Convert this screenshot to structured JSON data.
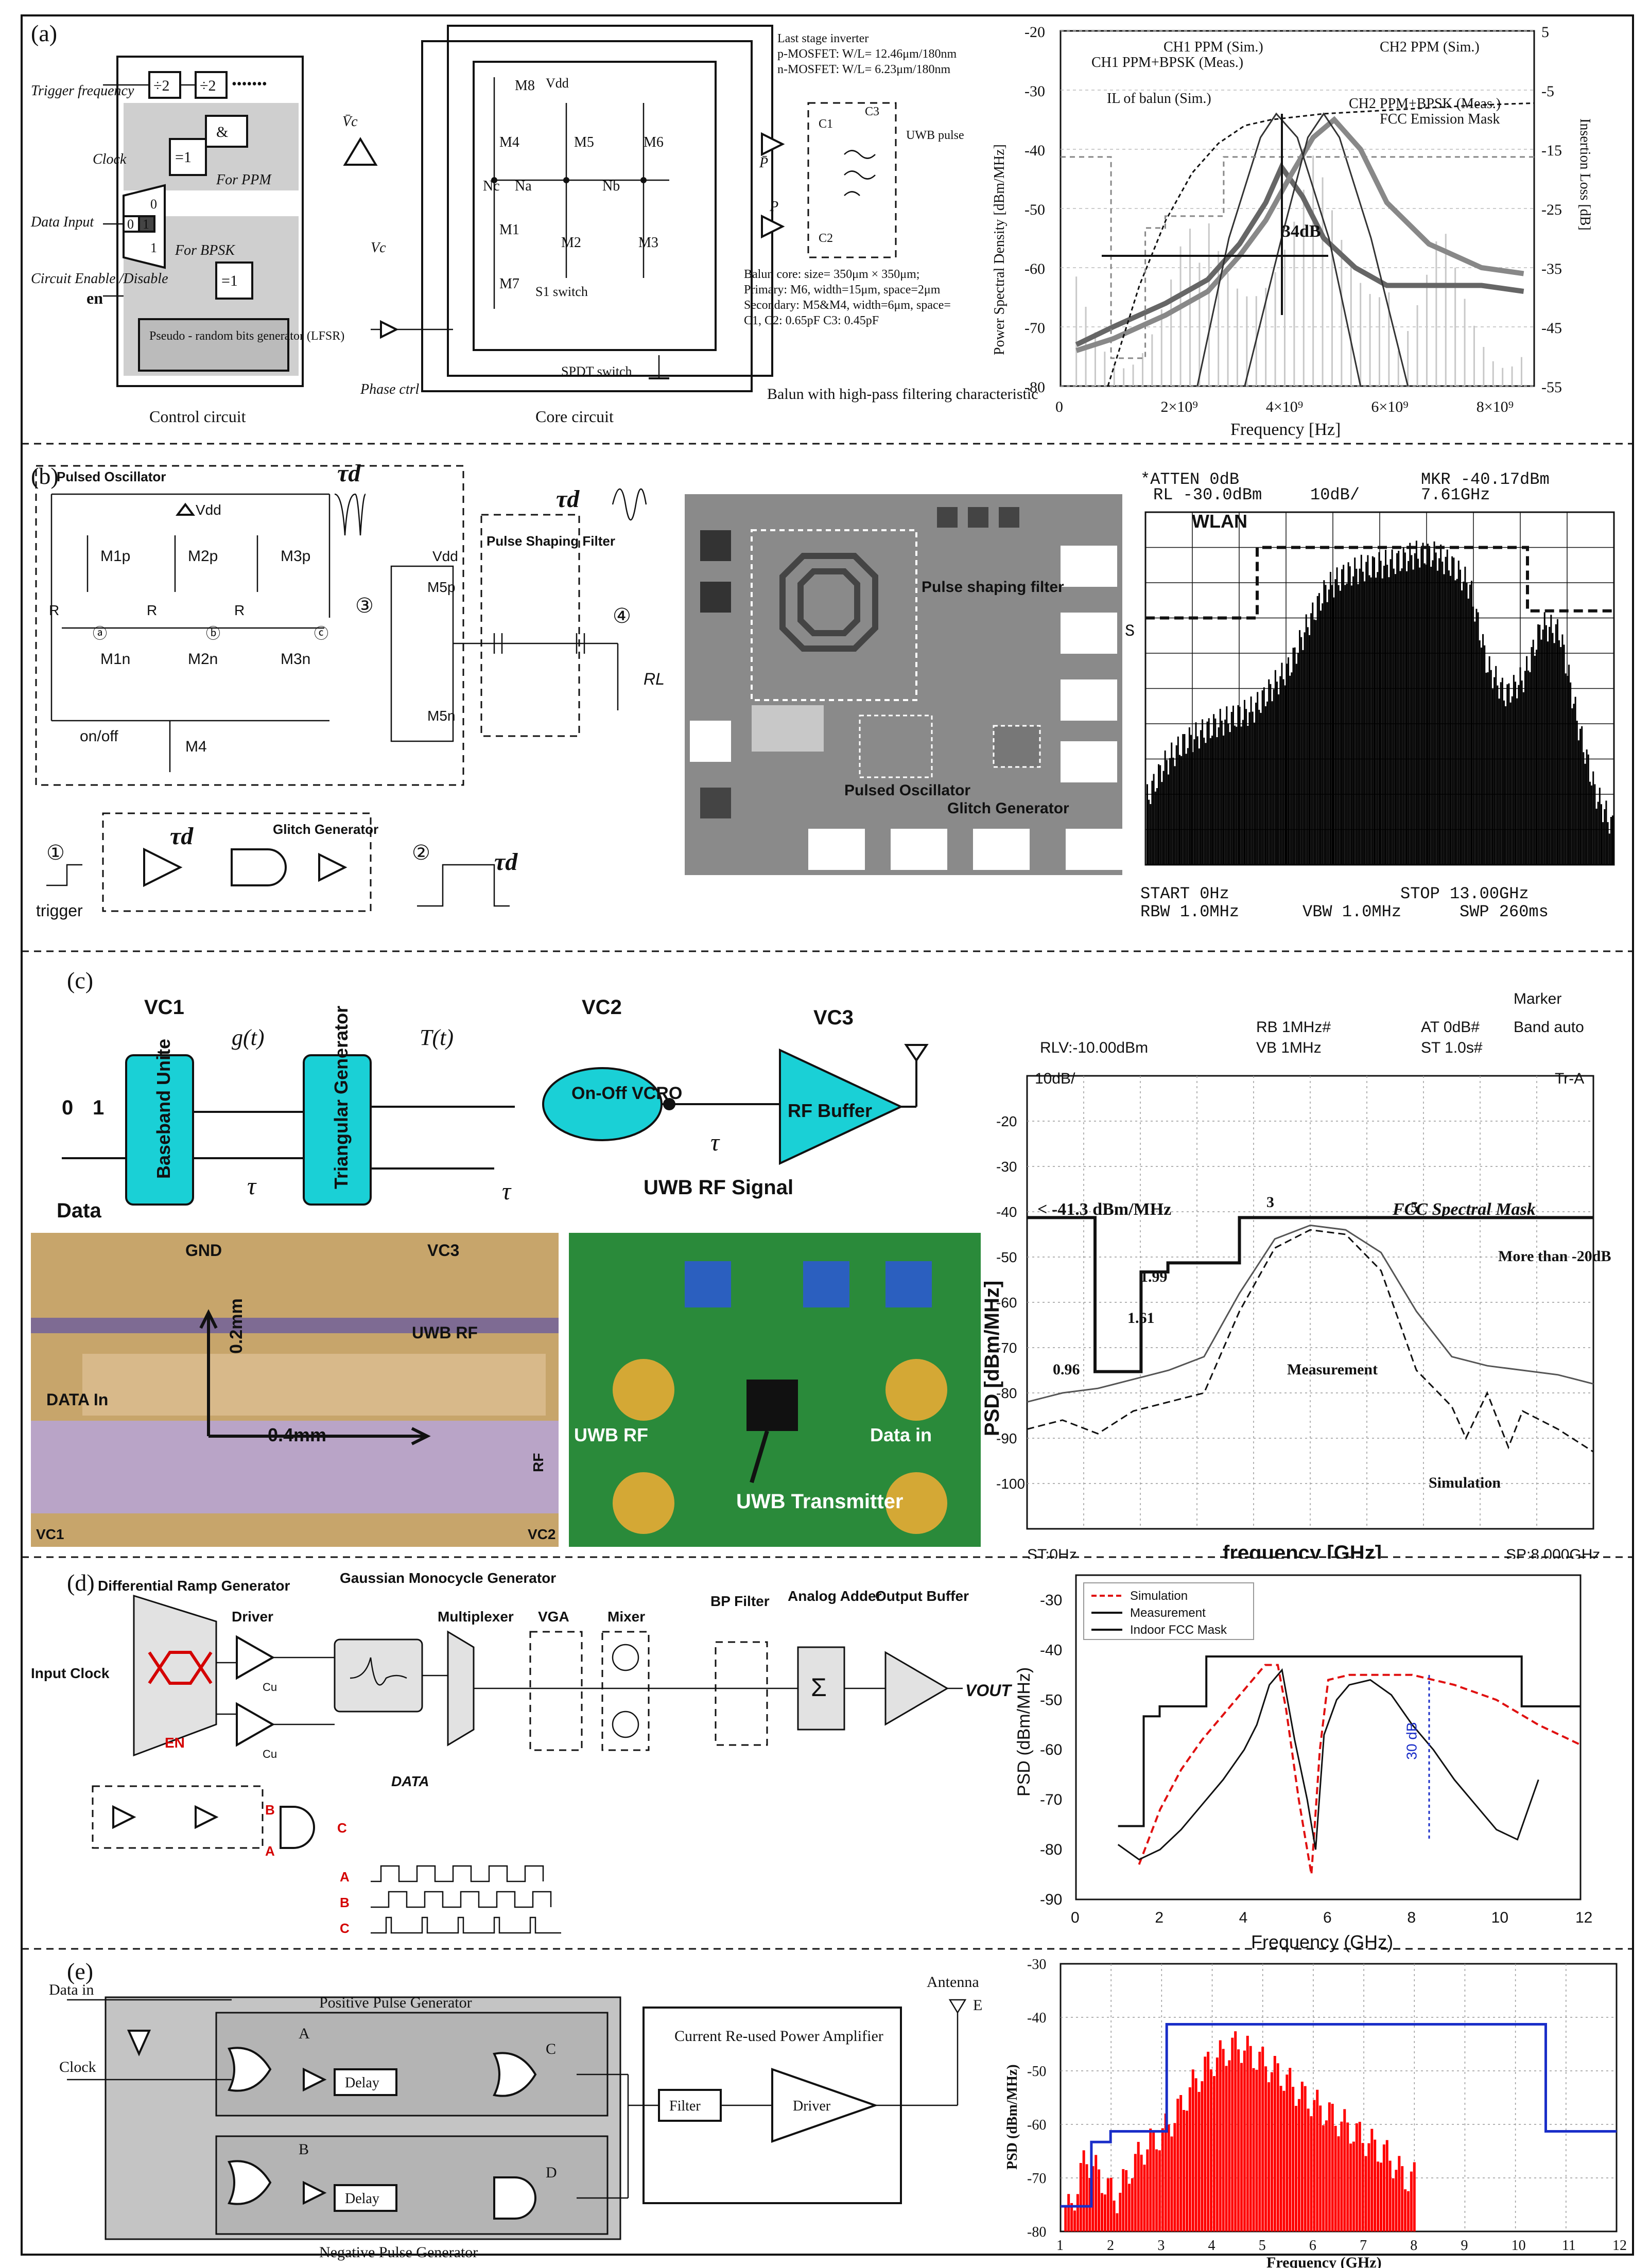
{
  "panels": {
    "a": {
      "label": "(a)",
      "control": {
        "title": "Control circuit",
        "trigger": "Trigger frequency",
        "clock": "Clock",
        "data_input": "Data Input",
        "circuit_enable": "Circuit Enable /Disable",
        "en": "en",
        "div2a": "÷2",
        "div2b": "÷2",
        "dots": "•••••••",
        "and": "&",
        "xor1": "=1",
        "xor2": "=1",
        "for_ppm": "For PPM",
        "for_bpsk": "For BPSK",
        "mux0": "0",
        "mux1": "1",
        "in0": "0",
        "in1": "1",
        "lfsr": "Pseudo - random bits generator (LFSR)"
      },
      "core": {
        "title": "Core circuit",
        "vdd": "Vdd",
        "m8": "M8",
        "m4": "M4",
        "m1": "M1",
        "m7": "M7",
        "m5": "M5",
        "m2": "M2",
        "m6": "M6",
        "m3": "M3",
        "nc": "Nc",
        "na": "Na",
        "nb": "Nb",
        "s1": "S1 switch",
        "vc": "Vc",
        "vc_bar": "V̄c",
        "phase": "Phase ctrl",
        "spdt": "SPDT switch"
      },
      "balun": {
        "last_stage": "Last stage inverter",
        "pmos": "p-MOSFET: W/L= 12.46μm/180nm",
        "nmos": "n-MOSFET: W/L= 6.23μm/180nm",
        "pbar": "P̄",
        "p": "P",
        "c1": "C1",
        "c2": "C2",
        "c3": "C3",
        "uwb": "UWB pulse",
        "core_size": "Balun core: size= 350μm × 350μm;",
        "primary": "Primary: M6, width=15μm, space=2μm",
        "secondary": "Secondary: M5&M4, width=6μm, space=",
        "caps": "C1, C2: 0.65pF     C3: 0.45pF",
        "caption": "Balun with high-pass filtering characteristic"
      }
    },
    "b": {
      "label": "(b)",
      "pulsed_osc": "Pulsed Oscillator",
      "tau": "τd",
      "vdd1": "Vdd",
      "vdd2": "Vdd",
      "m1p": "M1p",
      "m2p": "M2p",
      "m3p": "M3p",
      "m1n": "M1n",
      "m2n": "M2n",
      "m3n": "M3n",
      "m4": "M4",
      "m5p": "M5p",
      "m5n": "M5n",
      "r": "R",
      "na": "ⓐ",
      "nb": "ⓑ",
      "nc": "ⓒ",
      "n3": "③",
      "n4": "④",
      "n1": "①",
      "n2": "②",
      "rl": "RL",
      "onoff": "on/off",
      "pulse_filter": "Pulse Shaping Filter",
      "glitch": "Glitch Generator",
      "trigger": "trigger",
      "photo_filter": "Pulse shaping filter",
      "photo_osc": "Pulsed Oscillator",
      "photo_glitch": "Glitch Generator"
    },
    "c": {
      "label": "(c)",
      "vc1": "VC1",
      "vc2": "VC2",
      "vc3": "VC3",
      "baseband": "Baseband Unite",
      "triangular": "Triangular Generator",
      "vcro": "On-Off VCRO",
      "rfbuffer": "RF Buffer",
      "gt": "g(t)",
      "tt": "T(t)",
      "data": "Data",
      "tau": "τ",
      "uwb_signal": "UWB RF Signal",
      "bit0": "0",
      "bit1": "1",
      "die_gnd": "GND",
      "die_vc3": "VC3",
      "die_uwb": "UWB RF",
      "die_data": "DATA In",
      "die_02": "0.2mm",
      "die_04": "0.4mm",
      "die_vc1": "VC1",
      "die_vc2": "VC2",
      "die_rf": "RF",
      "pcb_uwb": "UWB RF",
      "pcb_data": "Data in",
      "pcb_tx": "UWB Transmitter"
    },
    "d": {
      "label": "(d)",
      "ramp": "Differential Ramp Generator",
      "driver": "Driver",
      "gauss": "Gaussian Monocycle Generator",
      "mux": "Multiplexer",
      "vga": "VGA",
      "mixer": "Mixer",
      "bp": "BP Filter",
      "adder": "Analog Adder",
      "outbuf": "Output Buffer",
      "input_clock": "Input Clock",
      "en": "EN",
      "data": "DATA",
      "vout": "VOUT",
      "cu": "Cu",
      "a": "A",
      "b": "B",
      "c": "C"
    },
    "e": {
      "label": "(e)",
      "data_in": "Data in",
      "clock": "Clock",
      "pos": "Positive Pulse Generator",
      "neg": "Negative Pulse Generator",
      "delay1": "Delay",
      "delay2": "Delay",
      "a": "A",
      "b": "B",
      "c": "C",
      "d": "D",
      "e": "E",
      "antenna": "Antenna",
      "pa": "Current Re-used Power Amplifier",
      "filter": "Filter",
      "driver": "Driver"
    }
  },
  "chart_data": [
    {
      "panel": "a",
      "type": "line",
      "ylabel": "Power Spectral Density [dBm/MHz]",
      "y2label": "Insertion Loss [dB]",
      "xlabel": "Frequency [Hz]",
      "xticks": [
        "0",
        "2×10⁹",
        "4×10⁹",
        "6×10⁹",
        "8×10⁹"
      ],
      "xlim": [
        0,
        9000000000.0
      ],
      "ylim": [
        -80,
        -20
      ],
      "yticks": [
        "-20",
        "-30",
        "-40",
        "-50",
        "-60",
        "-70",
        "-80"
      ],
      "y2ticks": [
        "5",
        "-5",
        "-15",
        "-25",
        "-35",
        "-45",
        "-55"
      ],
      "annotations": [
        "CH1 PPM (Sim.)",
        "CH2 PPM (Sim.)",
        "CH1 PPM+BPSK (Meas.)",
        "CH2 PPM+BPSK (Meas.)",
        "IL of balun (Sim.)",
        "FCC Emission Mask",
        "34dB"
      ],
      "series": [
        {
          "name": "CH1 PPM+BPSK (Meas.)",
          "x": [
            300000000.0,
            1000000000.0,
            2000000000.0,
            2800000000.0,
            3400000000.0,
            3900000000.0,
            4200000000.0,
            4600000000.0,
            5000000000.0,
            5600000000.0,
            6200000000.0,
            7000000000.0,
            8000000000.0,
            8800000000.0
          ],
          "y": [
            -73,
            -70,
            -66,
            -62,
            -56,
            -49,
            -43,
            -48,
            -55,
            -60,
            -63,
            -63,
            -63,
            -64
          ]
        },
        {
          "name": "CH2 PPM+BPSK (Meas.)",
          "x": [
            300000000.0,
            1000000000.0,
            2000000000.0,
            2800000000.0,
            3400000000.0,
            3900000000.0,
            4400000000.0,
            4800000000.0,
            5200000000.0,
            5700000000.0,
            6200000000.0,
            7000000000.0,
            8000000000.0,
            8800000000.0
          ],
          "y": [
            -74,
            -72,
            -68,
            -64,
            -58,
            -52,
            -44,
            -38,
            -35,
            -40,
            -49,
            -56,
            -60,
            -61
          ]
        },
        {
          "name": "CH1 PPM (Sim.)",
          "x": [
            2600000000.0,
            3200000000.0,
            3800000000.0,
            4100000000.0,
            4500000000.0,
            5100000000.0,
            5700000000.0
          ],
          "y": [
            -80,
            -55,
            -38,
            -34,
            -38,
            -55,
            -80
          ]
        },
        {
          "name": "CH2 PPM (Sim.)",
          "x": [
            3500000000.0,
            4200000000.0,
            4700000000.0,
            5000000000.0,
            5300000000.0,
            5900000000.0,
            6600000000.0
          ],
          "y": [
            -80,
            -55,
            -38,
            -34,
            -38,
            -55,
            -80
          ]
        },
        {
          "name": "IL of balun (Sim.)",
          "x": [
            900000000.0,
            1500000000.0,
            2000000000.0,
            2500000000.0,
            3000000000.0,
            3500000000.0,
            4000000000.0,
            5000000000.0,
            6000000000.0,
            7000000000.0,
            8000000000.0,
            9000000000.0
          ],
          "y": [
            -80,
            -63,
            -52,
            -44,
            -39,
            -36,
            -35,
            -34,
            -33.5,
            -33,
            -32.5,
            -32.2
          ]
        },
        {
          "name": "FCC Emission Mask",
          "x": [
            0,
            960000000.0,
            960000000.0,
            1610000000.0,
            1610000000.0,
            1990000000.0,
            1990000000.0,
            3100000000.0,
            3100000000.0,
            9000000000.0
          ],
          "y": [
            -41.3,
            -41.3,
            -75.3,
            -75.3,
            -53.3,
            -53.3,
            -51.3,
            -51.3,
            -41.3,
            -41.3
          ]
        }
      ]
    },
    {
      "panel": "b",
      "type": "line",
      "header": [
        "*ATTEN 0dB",
        "MKR -40.17dBm",
        "RL -30.0dBm",
        "10dB/",
        "7.61GHz"
      ],
      "footer": [
        "START 0Hz",
        "STOP 13.00GHz",
        "RBW 1.0MHz",
        "VBW 1.0MHz",
        "SWP 260ms"
      ],
      "annotations": [
        "WLAN",
        "S"
      ],
      "xlim": [
        0,
        13
      ],
      "ylim": [
        -130,
        -30
      ],
      "series": [
        {
          "name": "spectrum",
          "x": [
            0,
            0.5,
            1,
            2,
            3,
            3.5,
            4,
            4.5,
            5,
            5.5,
            6,
            6.5,
            7,
            7.5,
            8,
            8.5,
            9,
            9.5,
            10,
            10.5,
            11,
            11.5,
            12,
            12.5,
            13
          ],
          "y": [
            -112,
            -102,
            -96,
            -90,
            -86,
            -80,
            -74,
            -62,
            -52,
            -48,
            -46,
            -45,
            -44,
            -42,
            -42,
            -45,
            -51,
            -74,
            -82,
            -77,
            -62,
            -64,
            -90,
            -110,
            -120
          ]
        },
        {
          "name": "mask",
          "x": [
            0,
            3.1,
            3.1,
            10.6,
            10.6,
            13
          ],
          "y": [
            -60,
            -60,
            -40,
            -40,
            -58,
            -58
          ]
        }
      ]
    },
    {
      "panel": "c",
      "type": "line",
      "ylabel": "PSD [dBm/MHz]",
      "xlabel": "frequency [GHz]",
      "xlim": [
        0,
        8
      ],
      "ylim": [
        -110,
        -10
      ],
      "yticks": [
        "-20",
        "-30",
        "-40",
        "-50",
        "-60",
        "-70",
        "-80",
        "-90",
        "-100"
      ],
      "header": [
        "RB 1MHz#",
        "AT 0dB#",
        "Marker",
        "Band auto",
        "RLV:-10.00dBm",
        "VB 1MHz",
        "ST 1.0s#",
        "10dB/",
        "Tr-A"
      ],
      "footer": [
        "ST:0Hz",
        "SP:8.000GHz"
      ],
      "annotations": [
        "< -41.3 dBm/MHz",
        "FCC Spectral Mask",
        "0.96",
        "1.61",
        "1.99",
        "3",
        "5",
        "More than -20dB",
        "Measurement",
        "Simulation"
      ],
      "series": [
        {
          "name": "Measurement",
          "x": [
            0,
            0.5,
            1,
            1.5,
            2,
            2.5,
            3,
            3.5,
            4,
            4.5,
            5,
            5.5,
            6,
            6.5,
            7,
            7.5,
            8
          ],
          "y": [
            -82,
            -80,
            -79,
            -77,
            -75,
            -72,
            -58,
            -46,
            -43,
            -44,
            -49,
            -62,
            -72,
            -74,
            -75,
            -76,
            -78
          ]
        },
        {
          "name": "Simulation",
          "x": [
            0,
            0.5,
            1,
            1.5,
            2,
            2.5,
            3,
            3.5,
            4,
            4.5,
            5,
            5.5,
            6,
            6.2,
            6.5,
            6.8,
            7,
            7.5,
            8
          ],
          "y": [
            -88,
            -86,
            -89,
            -84,
            -82,
            -80,
            -62,
            -48,
            -44,
            -45,
            -53,
            -75,
            -83,
            -90,
            -80,
            -92,
            -84,
            -88,
            -93
          ]
        },
        {
          "name": "FCC Spectral Mask",
          "x": [
            0,
            0.96,
            0.96,
            1.61,
            1.61,
            1.99,
            1.99,
            3,
            3,
            8
          ],
          "y": [
            -41.3,
            -41.3,
            -75.3,
            -75.3,
            -53.3,
            -53.3,
            -51.3,
            -51.3,
            -41.3,
            -41.3
          ]
        }
      ]
    },
    {
      "panel": "d",
      "type": "line",
      "ylabel": "PSD (dBm/MHz)",
      "xlabel": "Frequency (GHz)",
      "xlim": [
        0,
        12
      ],
      "ylim": [
        -90,
        -25
      ],
      "xticks": [
        "0",
        "2",
        "4",
        "6",
        "8",
        "10",
        "12"
      ],
      "yticks": [
        "-30",
        "-40",
        "-50",
        "-60",
        "-70",
        "-80",
        "-90"
      ],
      "legend_position": "top-left",
      "annotations": [
        "30 dB"
      ],
      "series": [
        {
          "name": "Simulation",
          "x": [
            1.5,
            2,
            2.5,
            3,
            3.5,
            4,
            4.5,
            4.8,
            5,
            5.3,
            5.6,
            5.8,
            6,
            6.5,
            7,
            8,
            9,
            10,
            11,
            12
          ],
          "y": [
            -83,
            -72,
            -64,
            -58,
            -53,
            -48,
            -43,
            -43,
            -52,
            -70,
            -85,
            -60,
            -46,
            -45,
            -45,
            -45,
            -47,
            -50,
            -55,
            -59
          ]
        },
        {
          "name": "Measurement",
          "x": [
            1,
            1.5,
            2,
            2.5,
            3,
            3.5,
            4,
            4.3,
            4.6,
            4.9,
            5.2,
            5.5,
            5.7,
            5.9,
            6.2,
            6.5,
            7,
            7.5,
            8,
            8.5,
            9,
            9.5,
            10,
            10.5,
            11
          ],
          "y": [
            -79,
            -82,
            -80,
            -76,
            -71,
            -66,
            -60,
            -55,
            -47,
            -44,
            -58,
            -70,
            -80,
            -57,
            -50,
            -47,
            -46,
            -49,
            -55,
            -60,
            -66,
            -71,
            -76,
            -78,
            -66
          ]
        },
        {
          "name": "Indoor FCC Mask",
          "x": [
            1,
            1.61,
            1.61,
            1.99,
            1.99,
            3.1,
            3.1,
            10.6,
            10.6,
            12
          ],
          "y": [
            -75.3,
            -75.3,
            -53.3,
            -53.3,
            -51.3,
            -51.3,
            -41.3,
            -41.3,
            -51.3,
            -51.3
          ]
        }
      ]
    },
    {
      "panel": "e",
      "type": "bar",
      "ylabel": "PSD (dBm/MHz)",
      "xlabel": "Frequency (GHz)",
      "xlim": [
        1,
        12
      ],
      "ylim": [
        -80,
        -30
      ],
      "xticks": [
        "1",
        "2",
        "3",
        "4",
        "5",
        "6",
        "7",
        "8",
        "9",
        "10",
        "11",
        "12"
      ],
      "yticks": [
        "-30",
        "-40",
        "-50",
        "-60",
        "-70",
        "-80"
      ],
      "colors": {
        "psd": "#ff0000",
        "mask": "#1a2ec8"
      },
      "series": [
        {
          "name": "PSD",
          "x": [
            1.2,
            1.5,
            1.8,
            2.1,
            2.4,
            2.7,
            3.0,
            3.3,
            3.6,
            3.9,
            4.2,
            4.5,
            4.8,
            5.1,
            5.4,
            5.7,
            6.0,
            6.3,
            6.6,
            6.9,
            7.2,
            7.5,
            7.8
          ],
          "y": [
            -76,
            -66,
            -70,
            -74,
            -68,
            -64,
            -62,
            -58,
            -53,
            -49,
            -47,
            -45,
            -47,
            -49,
            -51,
            -54,
            -56,
            -58,
            -60,
            -62,
            -64,
            -66,
            -70
          ]
        },
        {
          "name": "mask",
          "x": [
            1,
            1.61,
            1.61,
            1.99,
            1.99,
            3.1,
            3.1,
            10.6,
            10.6,
            12
          ],
          "y": [
            -75.3,
            -75.3,
            -63.3,
            -63.3,
            -61.3,
            -61.3,
            -41.3,
            -41.3,
            -61.3,
            -61.3
          ]
        }
      ]
    }
  ]
}
